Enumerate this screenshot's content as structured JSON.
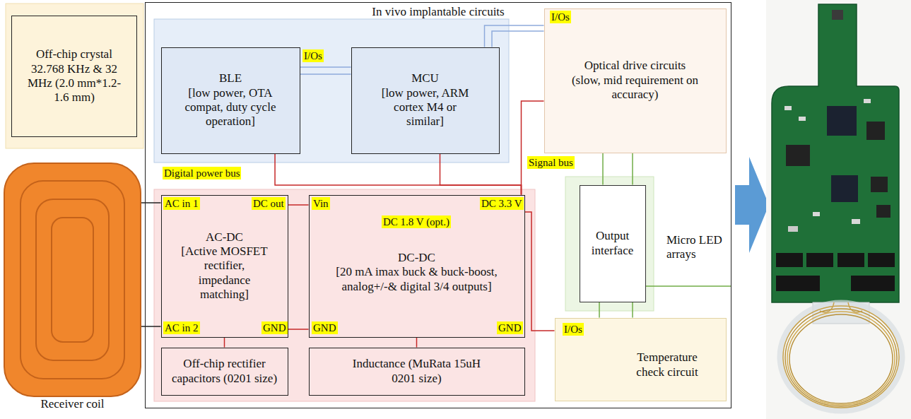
{
  "diagram": {
    "nodes": [
      {
        "text": [
          "Off-chip crystal 32.768 KHz & 32 MHz (2.0 mm*1.2-1.6 mm)"
        ]
      },
      {
        "text": [
          "Receiver coil"
        ]
      },
      {
        "text": [
          "In vivo implantable circuits"
        ]
      },
      {
        "text": [
          "BLE",
          "[low power, OTA compat, duty cycle operation]"
        ],
        "in": 2
      },
      {
        "text": [
          "MCU",
          "[low power, ARM cortex M4 or similar]"
        ],
        "in": 2
      },
      {
        "text": [
          "Optical drive circuits",
          "(slow, mid requirement on accuracy)"
        ],
        "in": 2
      },
      {
        "text": [
          "AC-DC",
          "[Active MOSFET rectifier, impedance matching]"
        ],
        "in": 2
      },
      {
        "text": [
          "DC-DC",
          "[20 mA imax buck & buck-boost, analog+/-& digital 3/4 outputs]"
        ],
        "in": 2
      },
      {
        "text": [
          "Off-chip rectifier capacitors (0201 size)"
        ],
        "in": 2
      },
      {
        "text": [
          "Inductance (MuRata 15uH 0201 size)"
        ],
        "in": 2
      },
      {
        "text": [
          "Output interface"
        ],
        "in": 2
      },
      {
        "text": [
          "Temperature check circuit"
        ],
        "in": 2
      }
    ],
    "edges": [
      {
        "from": 1,
        "to": 6,
        "arrow": "none"
      },
      {
        "from": 1,
        "to": 6,
        "arrow": "none"
      },
      {
        "from": 3,
        "to": 4,
        "arrow": "none"
      },
      {
        "from": 3,
        "to": 4,
        "arrow": "none"
      },
      {
        "from": 4,
        "to": 5,
        "arrow": "none"
      },
      {
        "from": 4,
        "to": 5,
        "arrow": "none"
      },
      {
        "from": 6,
        "to": 7,
        "arrow": "none"
      },
      {
        "from": 6,
        "to": 7,
        "arrow": "none"
      },
      {
        "from": 6,
        "to": 8,
        "arrow": "none"
      },
      {
        "from": 7,
        "to": 9,
        "arrow": "none"
      },
      {
        "from": 3,
        "to": 7,
        "arrow": "none"
      },
      {
        "from": 4,
        "to": 7,
        "arrow": "none"
      },
      {
        "from": 7,
        "to": 5,
        "arrow": "none"
      },
      {
        "from": 7,
        "to": 11,
        "arrow": "none"
      },
      {
        "from": 5,
        "to": 10,
        "arrow": "none"
      },
      {
        "from": 5,
        "to": 10,
        "arrow": "none"
      },
      {
        "from": 10,
        "to": 11,
        "arrow": "none"
      },
      {
        "from": 10,
        "to": 11,
        "arrow": "none"
      }
    ],
    "labels": [
      "I/Os",
      "I/Os",
      "I/Os",
      "Digital power bus",
      "Signal bus",
      "AC in 1",
      "DC out",
      "AC in 2",
      "GND",
      "Vin",
      "DC 3.3 V",
      "DC 1.8 V (opt.)",
      "GND",
      "GND",
      "Micro LED arrays"
    ]
  }
}
